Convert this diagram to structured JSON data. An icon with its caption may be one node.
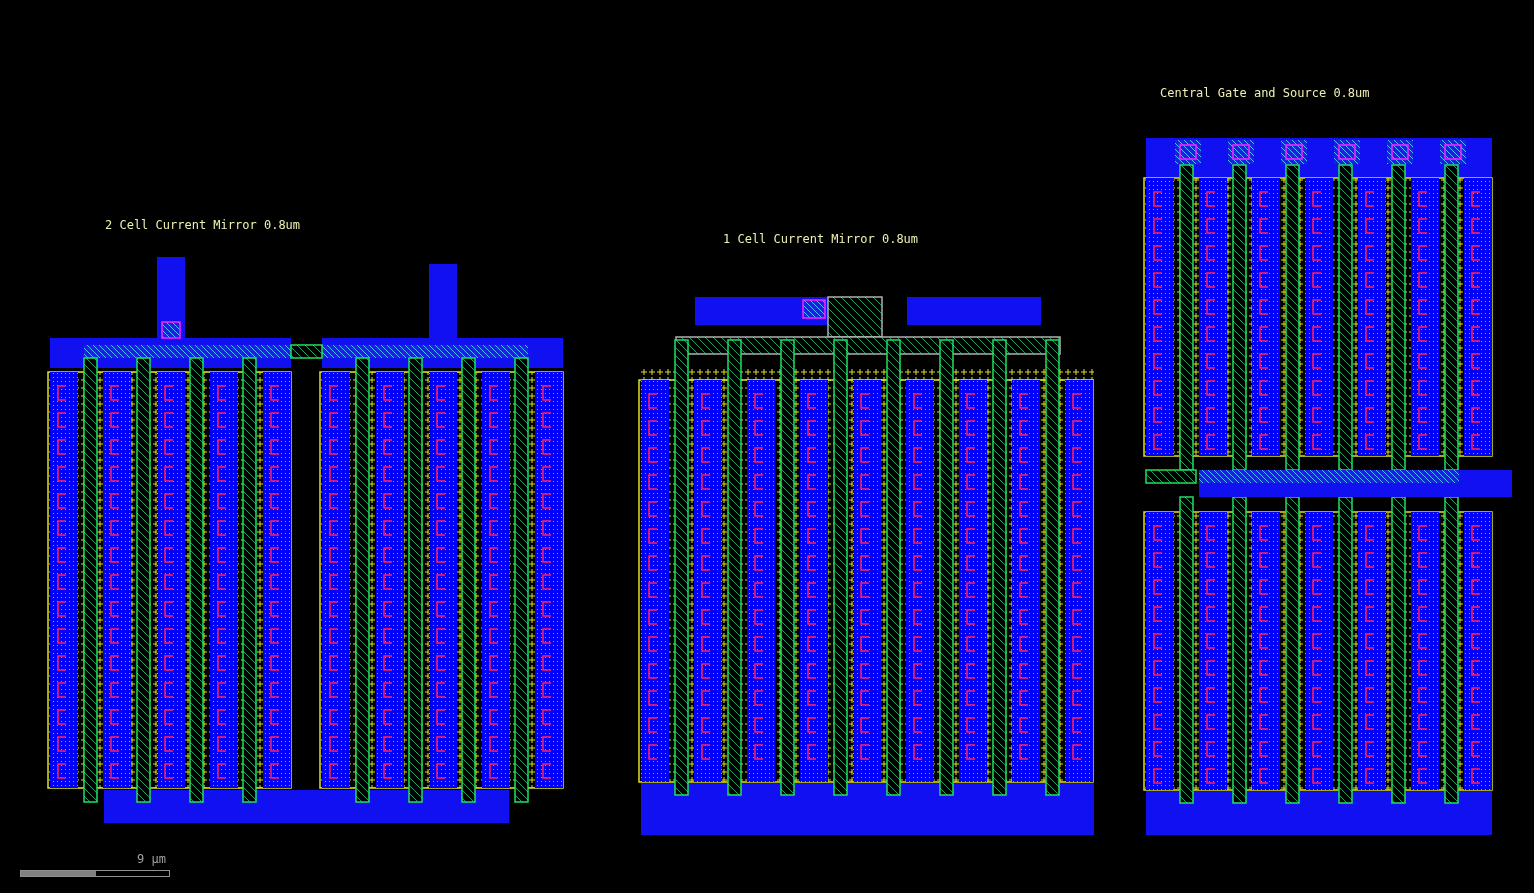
{
  "diagram": {
    "labels": [
      "Central Gate and Source 0.8um",
      "2 Cell Current Mirror 0.8um",
      "1 Cell Current Mirror 0.8um",
      "9 µm"
    ]
  }
}
